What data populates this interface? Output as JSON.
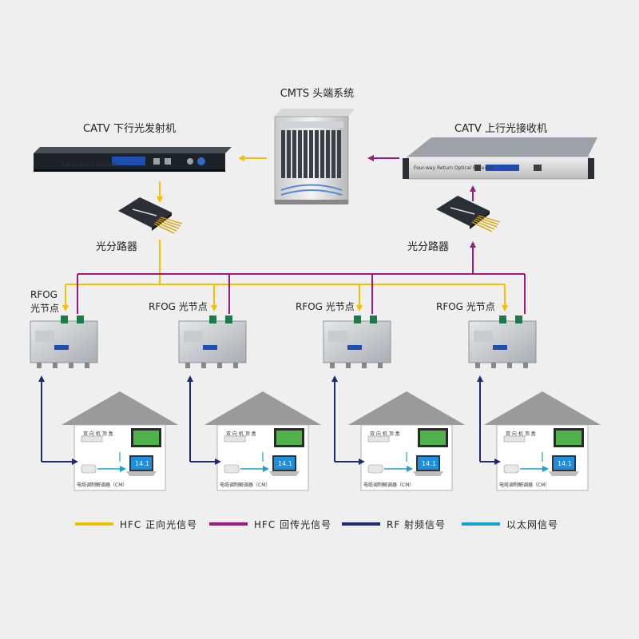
{
  "headend": {
    "cmts_label": "CMTS 头端系统"
  },
  "transmitter": {
    "label": "CATV 下行光发射机",
    "panel_text": "CATV Laser Transmitter"
  },
  "receiver": {
    "label": "CATV 上行光接收机",
    "panel_text": "Four-way Return Optical Receiver"
  },
  "splitters": {
    "left_label": "光分路器",
    "right_label": "光分路器"
  },
  "nodes": [
    {
      "label_line1": "RFOG",
      "label_line2": "光节点"
    },
    {
      "label": "RFOG 光节点"
    },
    {
      "label": "RFOG 光节点"
    },
    {
      "label": "RFOG 光节点"
    }
  ],
  "house": {
    "stb_label": "双 向 机 顶 盒",
    "modem_label": "电缆调制解调器（CM）",
    "screen_text": "14.1"
  },
  "legend": [
    {
      "label": "HFC  正向光信号",
      "color": "#f5c000"
    },
    {
      "label": "HFC  回传光信号",
      "color": "#9b1b7e"
    },
    {
      "label": "RF  射频信号",
      "color": "#1d2a7a"
    },
    {
      "label": "以太网信号",
      "color": "#1aa0d8"
    }
  ],
  "colors": {
    "forward": "#f5c000",
    "return": "#9b1b7e",
    "rf": "#1d2a7a",
    "ethernet": "#1aa0d8"
  }
}
